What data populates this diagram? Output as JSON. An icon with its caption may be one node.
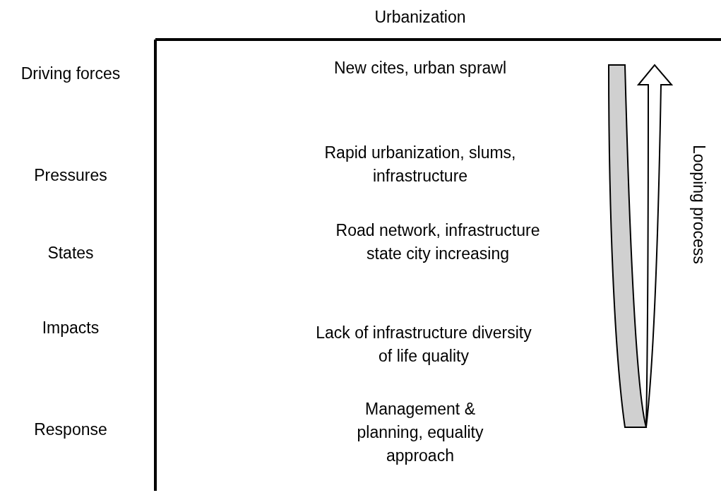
{
  "diagram": {
    "title": "Urbanization",
    "labels": [
      "Driving forces",
      "New cites, urban sprawl",
      "Pressures",
      "Rapid urbanization, slums, infrastructure",
      "States",
      "Road network, infrastructure state city increasing",
      "Impacts",
      "Lack of infrastructure diversity of life quality",
      "Response",
      "Management & planning, equality approach",
      "Looping process"
    ]
  }
}
